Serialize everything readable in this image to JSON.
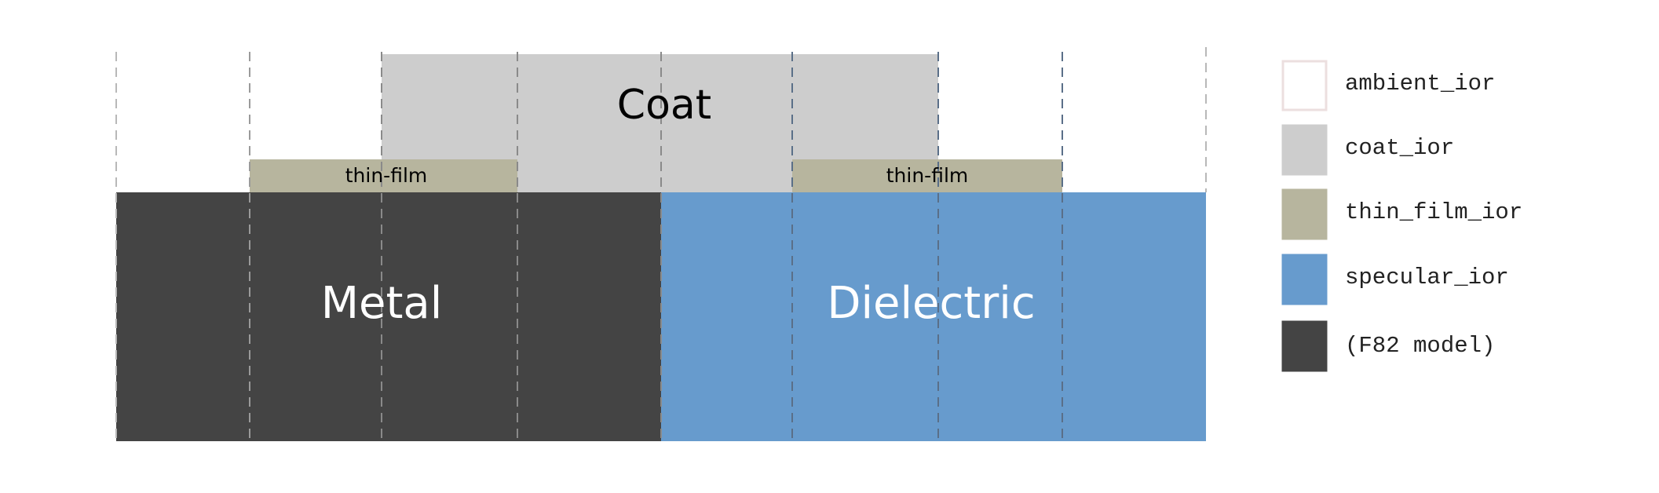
{
  "layers": {
    "coat": {
      "label": "Coat",
      "color": "#cdcdcd",
      "text_color": "#000000"
    },
    "thin_film_left": {
      "label": "thin-film",
      "color": "#b7b59e",
      "text_color": "#000000"
    },
    "thin_film_right": {
      "label": "thin-film",
      "color": "#b7b59e",
      "text_color": "#000000"
    },
    "metal": {
      "label": "Metal",
      "color": "#444444",
      "text_color": "#ffffff"
    },
    "dielectric": {
      "label": "Dielectric",
      "color": "#679bcd",
      "text_color": "#ffffff"
    }
  },
  "legend": [
    {
      "label": "ambient_ior",
      "swatch_fill": "#ffffff",
      "swatch_border": "#ecdfdf"
    },
    {
      "label": "coat_ior",
      "swatch_fill": "#cdcdcd",
      "swatch_border": "#cdcdcd"
    },
    {
      "label": "thin_film_ior",
      "swatch_fill": "#b7b59e",
      "swatch_border": "#b7b59e"
    },
    {
      "label": "specular_ior",
      "swatch_fill": "#679bcd",
      "swatch_border": "#679bcd"
    },
    {
      "label": "(F82 model)",
      "swatch_fill": "#444444",
      "swatch_border": "#444444"
    }
  ]
}
